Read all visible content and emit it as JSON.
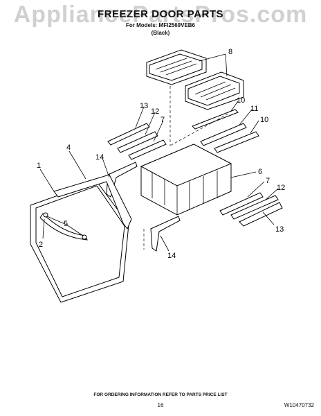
{
  "header": {
    "watermark": "AppliancePartsPros.com",
    "title": "FREEZER DOOR PARTS",
    "models_line": "For Models: MFI2569VEB6",
    "color_line": "(Black)"
  },
  "callouts": [
    "1",
    "2",
    "4",
    "5",
    "6",
    "7",
    "8",
    "10",
    "11",
    "12",
    "13",
    "14"
  ],
  "footer": {
    "ordering_note": "FOR ORDERING INFORMATION REFER TO PARTS PRICE LIST",
    "page_number": "16",
    "part_code": "W10470732"
  }
}
